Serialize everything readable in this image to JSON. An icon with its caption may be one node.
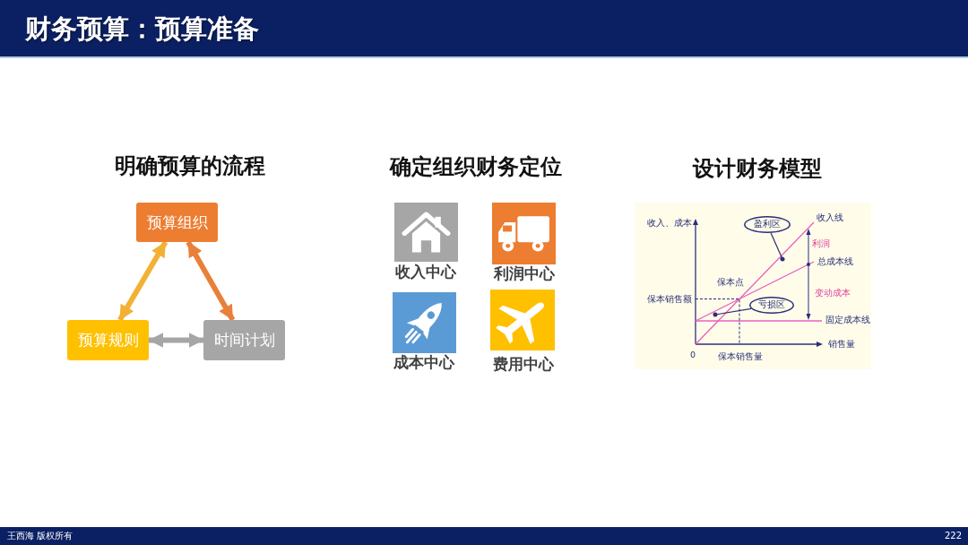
{
  "diagram": {
    "title": "财务预算：预算准备",
    "nodes": [
      {
        "text": [
          "预算组织"
        ]
      },
      {
        "text": [
          "预算规则"
        ]
      },
      {
        "text": [
          "时间计划"
        ]
      },
      {
        "text": [
          "盈利区"
        ]
      },
      {
        "text": [
          "亏损区"
        ]
      }
    ],
    "edges": [
      {
        "from": 0,
        "to": 1,
        "arrow": "both",
        "color": "#f2b134"
      },
      {
        "from": 0,
        "to": 2,
        "arrow": "both",
        "color": "#e8803a"
      },
      {
        "from": 1,
        "to": 2,
        "arrow": "both",
        "color": "#a6a6a6"
      },
      {
        "from": 3,
        "to": null,
        "arrow": "other",
        "color": "#2a2f7a"
      },
      {
        "from": 4,
        "to": null,
        "arrow": "other",
        "color": "#2a2f7a"
      }
    ],
    "labels": [
      "明确预算的流程",
      "确定组织财务定位",
      "设计财务模型",
      "收入中心",
      "利润中心",
      "成本中心",
      "费用中心",
      "收入、成本",
      "收入线",
      "利润",
      "总成本线",
      "保本点",
      "保本销售额",
      "变动成本",
      "固定成本线",
      "0",
      "销售量",
      "保本销售量",
      "王西海 版权所有",
      "222"
    ]
  }
}
